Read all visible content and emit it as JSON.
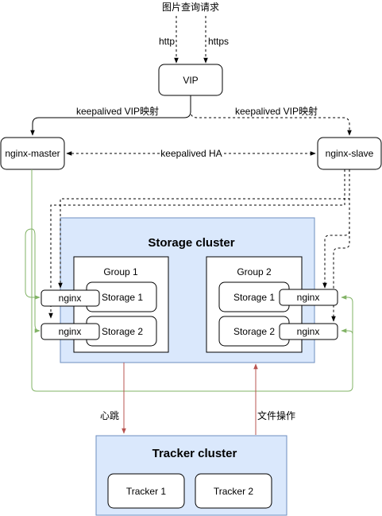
{
  "top_label": "图片查询请求",
  "http": "http",
  "https": "https",
  "vip": "VIP",
  "keepalived_left": "keepalived VIP映射",
  "keepalived_right": "keepalived VIP映射",
  "nginx_master": "nginx-master",
  "nginx_slave": "nginx-slave",
  "keepalived_ha": "keepalived HA",
  "storage_cluster": {
    "title": "Storage cluster",
    "group1": {
      "title": "Group 1",
      "storage1": "Storage 1",
      "storage2": "Storage 2"
    },
    "group2": {
      "title": "Group 2",
      "storage1": "Storage 1",
      "storage2": "Storage 2"
    },
    "nginx": "nginx"
  },
  "heartbeat": "心跳",
  "file_ops": "文件操作",
  "tracker_cluster": {
    "title": "Tracker cluster",
    "tracker1": "Tracker 1",
    "tracker2": "Tracker 2"
  },
  "colors": {
    "cluster_fill": "#dae8fc",
    "cluster_stroke": "#6c8ebf",
    "green_line": "#82b366",
    "red_line": "#b85450"
  }
}
